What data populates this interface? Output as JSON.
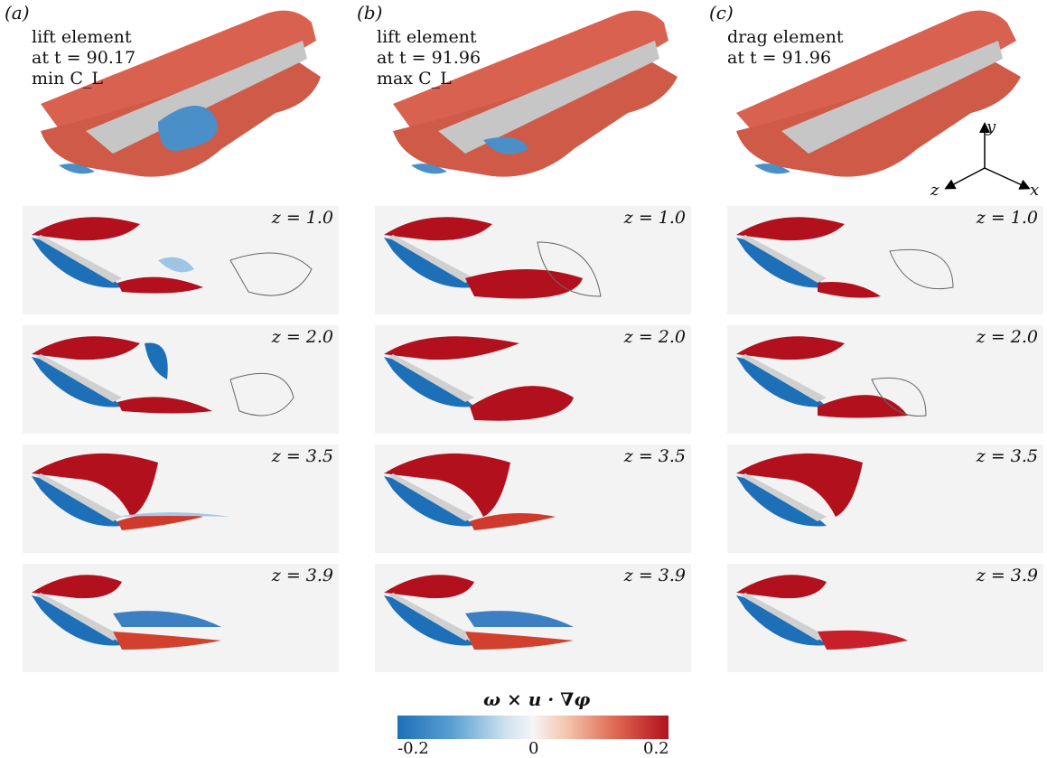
{
  "panels": [
    {
      "label": "(a)",
      "caption": [
        "lift element",
        "at t = 90.17",
        "min C_L"
      ],
      "slices": [
        "z = 1.0",
        "z = 2.0",
        "z = 3.5",
        "z = 3.9"
      ]
    },
    {
      "label": "(b)",
      "caption": [
        "lift element",
        "at t = 91.96",
        "max C_L"
      ],
      "slices": [
        "z = 1.0",
        "z = 2.0",
        "z = 3.5",
        "z = 3.9"
      ]
    },
    {
      "label": "(c)",
      "caption": [
        "drag element",
        "at t = 91.96",
        ""
      ],
      "slices": [
        "z = 1.0",
        "z = 2.0",
        "z = 3.5",
        "z = 3.9"
      ]
    }
  ],
  "axes": {
    "x": "x",
    "y": "y",
    "z": "z"
  },
  "colorbar": {
    "title": "ω × u · ∇φ",
    "min": "-0.2",
    "mid": "0",
    "max": "0.2"
  },
  "colors": {
    "positive": "#b3101e",
    "negative": "#1d6fb8",
    "body": "#d8d8d8",
    "isosurface": "#d9614f"
  }
}
